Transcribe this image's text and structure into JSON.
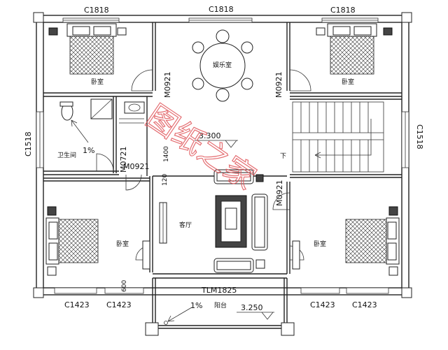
{
  "windows": {
    "top_left": "C1818",
    "top_center": "C1818",
    "top_right": "C1818",
    "left_side": "C1518",
    "right_side": "C1518",
    "bottom_1": "C1423",
    "bottom_2": "C1423",
    "bottom_3": "C1423",
    "bottom_4": "C1423"
  },
  "doors": {
    "left_upper": "M0921",
    "right_upper": "M0921",
    "bath": "M0921",
    "bath_vertical": "M0721",
    "living_right": "M0921",
    "balcony": "TLM1825"
  },
  "rooms": {
    "bedroom_top_left": "卧室",
    "bedroom_top_right": "卧室",
    "bedroom_bottom_left": "卧室",
    "bedroom_bottom_right": "卧室",
    "entertainment": "娱乐室",
    "bathroom": "卫生间",
    "living_room": "客厅",
    "balcony": "阳台"
  },
  "annotations": {
    "elevation_main": "3.300",
    "elevation_balcony": "3.250",
    "slope_bath": "1%",
    "slope_balcony": "1%",
    "dim_1400": "1400",
    "dim_120": "120",
    "dim_600": "600",
    "stair_down": "下"
  },
  "watermark": "图纸之家"
}
